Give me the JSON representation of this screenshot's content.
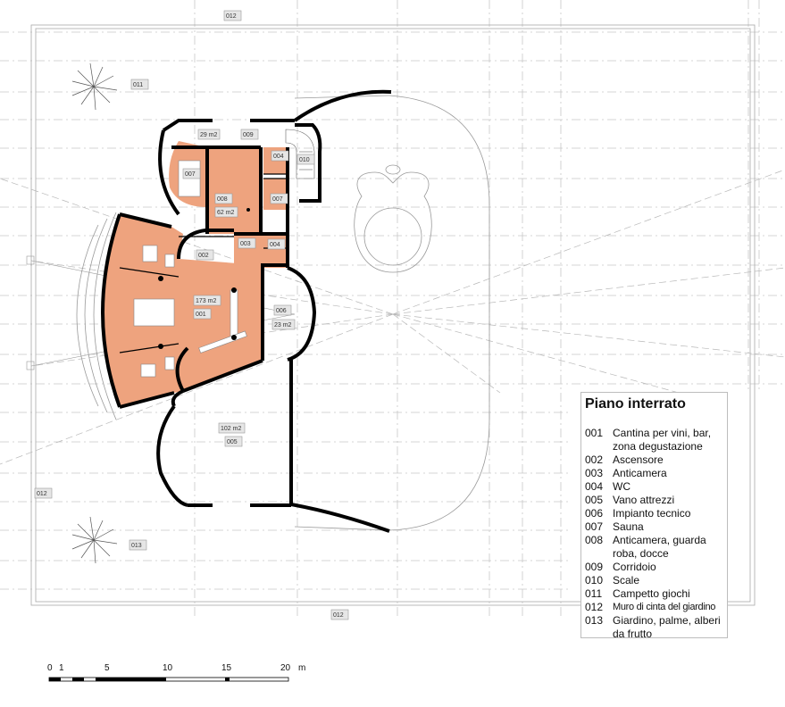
{
  "legend": {
    "title": "Piano interrato",
    "items": [
      {
        "code": "001",
        "label": "Cantina per vini, bar, zona degustazione"
      },
      {
        "code": "002",
        "label": "Ascensore"
      },
      {
        "code": "003",
        "label": "Anticamera"
      },
      {
        "code": "004",
        "label": "WC"
      },
      {
        "code": "005",
        "label": "Vano attrezzi"
      },
      {
        "code": "006",
        "label": "Impianto tecnico"
      },
      {
        "code": "007",
        "label": "Sauna"
      },
      {
        "code": "008",
        "label": "Anticamera, guarda roba, docce"
      },
      {
        "code": "009",
        "label": "Corridoio"
      },
      {
        "code": "010",
        "label": "Scale"
      },
      {
        "code": "011",
        "label": "Campetto giochi"
      },
      {
        "code": "012",
        "label": "Muro di cinta del giardino"
      },
      {
        "code": "013",
        "label": "Giardino, palme, alberi da frutto"
      }
    ]
  },
  "tags": {
    "t012_top": "012",
    "t011": "011",
    "t012_left": "012",
    "t013": "013",
    "t012_bottom": "012",
    "t009": "009",
    "t010": "010",
    "t004a": "004",
    "t004b": "004",
    "t007a": "007",
    "t007b": "007",
    "t008": "008",
    "t003": "003",
    "t002": "002",
    "t001": "001",
    "t006": "006",
    "t005": "005"
  },
  "areas": {
    "a009": "29 m2",
    "a008": "62 m2",
    "a001": "173 m2",
    "a006": "23 m2",
    "a005": "102 m2"
  },
  "scale_bar": {
    "labels": [
      "0",
      "1",
      "5",
      "10",
      "15",
      "20",
      "m"
    ]
  },
  "colors": {
    "fill_room": "#eea37e",
    "wall": "#000000",
    "grid": "#c8c8c8"
  }
}
